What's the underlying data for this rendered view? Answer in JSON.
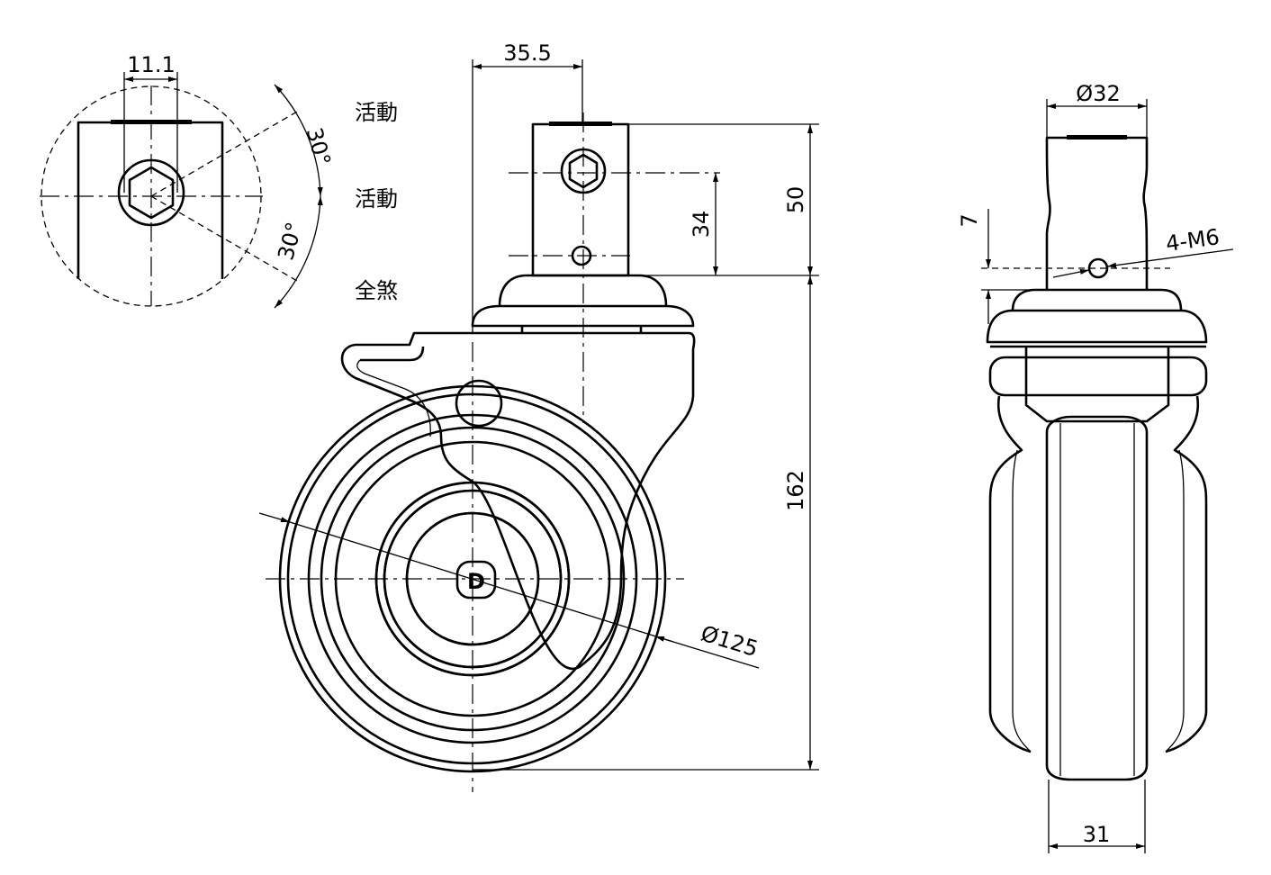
{
  "labels": {
    "mode_1": "活動",
    "mode_2": "活動",
    "mode_3": "全煞"
  },
  "dimensions": {
    "hex_width": "11.1",
    "angle_upper": "30°",
    "angle_lower": "30°",
    "stem_offset": "35.5",
    "stem_height": "50",
    "hole_height": "34",
    "overall_height": "162",
    "wheel_diameter": "Ø125",
    "stem_diameter": "Ø32",
    "hole_offset": "7",
    "thread_spec": "4-M6",
    "wheel_width": "31"
  },
  "logo": {
    "text": "D"
  }
}
